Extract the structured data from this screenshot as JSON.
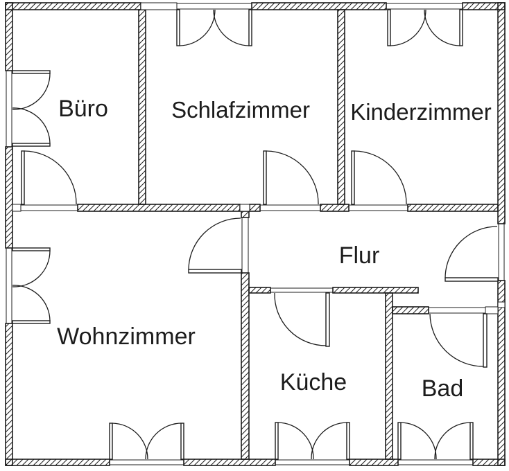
{
  "plan": {
    "background_color": "#ffffff",
    "line_color": "#1c1c1c",
    "rooms": [
      {
        "id": "buero",
        "label": "Büro"
      },
      {
        "id": "schlafzimmer",
        "label": "Schlafzimmer"
      },
      {
        "id": "kinderzimmer",
        "label": "Kinderzimmer"
      },
      {
        "id": "wohnzimmer",
        "label": "Wohnzimmer"
      },
      {
        "id": "flur",
        "label": "Flur"
      },
      {
        "id": "kueche",
        "label": "Küche"
      },
      {
        "id": "bad",
        "label": "Bad"
      }
    ]
  }
}
